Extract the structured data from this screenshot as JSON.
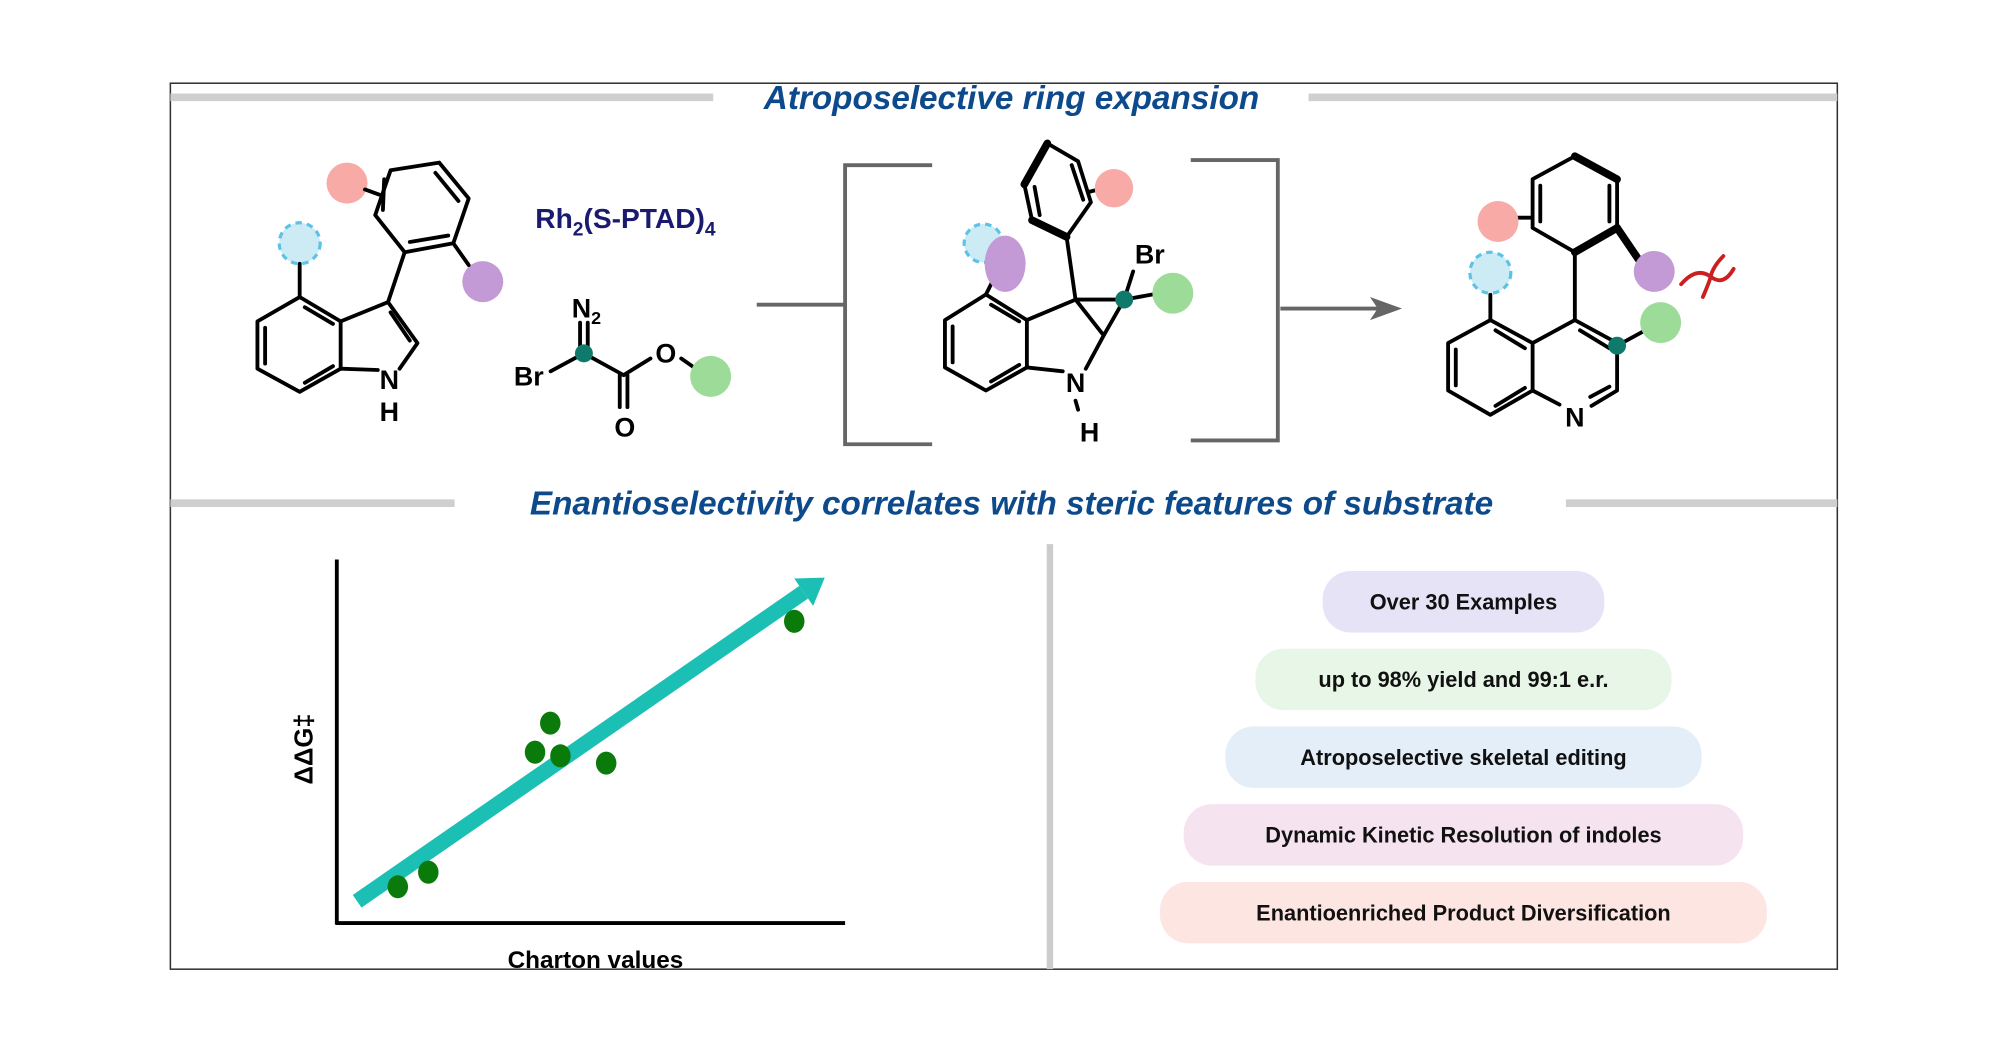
{
  "titles": {
    "top": "Atroposelective ring expansion",
    "middle": "Enantioselectivity correlates with steric features of substrate"
  },
  "scheme": {
    "catalyst": {
      "main": "Rh",
      "sub1": "2",
      "mid": "(S-PTAD)",
      "sub2": "4"
    },
    "indole_labels": {
      "n": "N",
      "h": "H"
    },
    "diazo_labels": {
      "n2_main": "N",
      "n2_sub": "2",
      "br": "Br",
      "o_carbonyl": "O",
      "o_ester": "O"
    },
    "intermediate_labels": {
      "br": "Br",
      "n": "N",
      "h": "H"
    },
    "product_labels": {
      "n": "N"
    },
    "substituent_colors": {
      "pink": "#f8aaa6",
      "purple": "#c49ad6",
      "green": "#9ddb98",
      "blue_dashed": "#cdebf5",
      "teal_atom": "#0f7a6c",
      "clash": "#cc1f1f"
    }
  },
  "chart_data": {
    "type": "scatter",
    "xlabel": "Charton values",
    "ylabel": "ΔΔG‡",
    "xlim": [
      0,
      10
    ],
    "ylim": [
      0,
      10
    ],
    "grid": false,
    "points": [
      {
        "x": 1.2,
        "y": 1.0
      },
      {
        "x": 1.8,
        "y": 1.4
      },
      {
        "x": 3.9,
        "y": 4.7
      },
      {
        "x": 4.2,
        "y": 5.5
      },
      {
        "x": 4.4,
        "y": 4.6
      },
      {
        "x": 5.3,
        "y": 4.4
      },
      {
        "x": 9.0,
        "y": 8.3
      }
    ],
    "trend_arrow": {
      "from": [
        0.4,
        0.6
      ],
      "to": [
        9.6,
        9.5
      ]
    },
    "point_color": "#0a7a0a",
    "trend_color": "#1bbfb4"
  },
  "highlights": [
    {
      "label": "Over 30 Examples",
      "color": "#e6e3f7"
    },
    {
      "label": "up to 98% yield and 99:1 e.r.",
      "color": "#e7f6e6"
    },
    {
      "label": "Atroposelective skeletal editing",
      "color": "#e3eef8"
    },
    {
      "label": "Dynamic Kinetic Resolution of indoles",
      "color": "#f5e3ef"
    },
    {
      "label": "Enantioenriched Product Diversification",
      "color": "#fde5e2"
    }
  ]
}
